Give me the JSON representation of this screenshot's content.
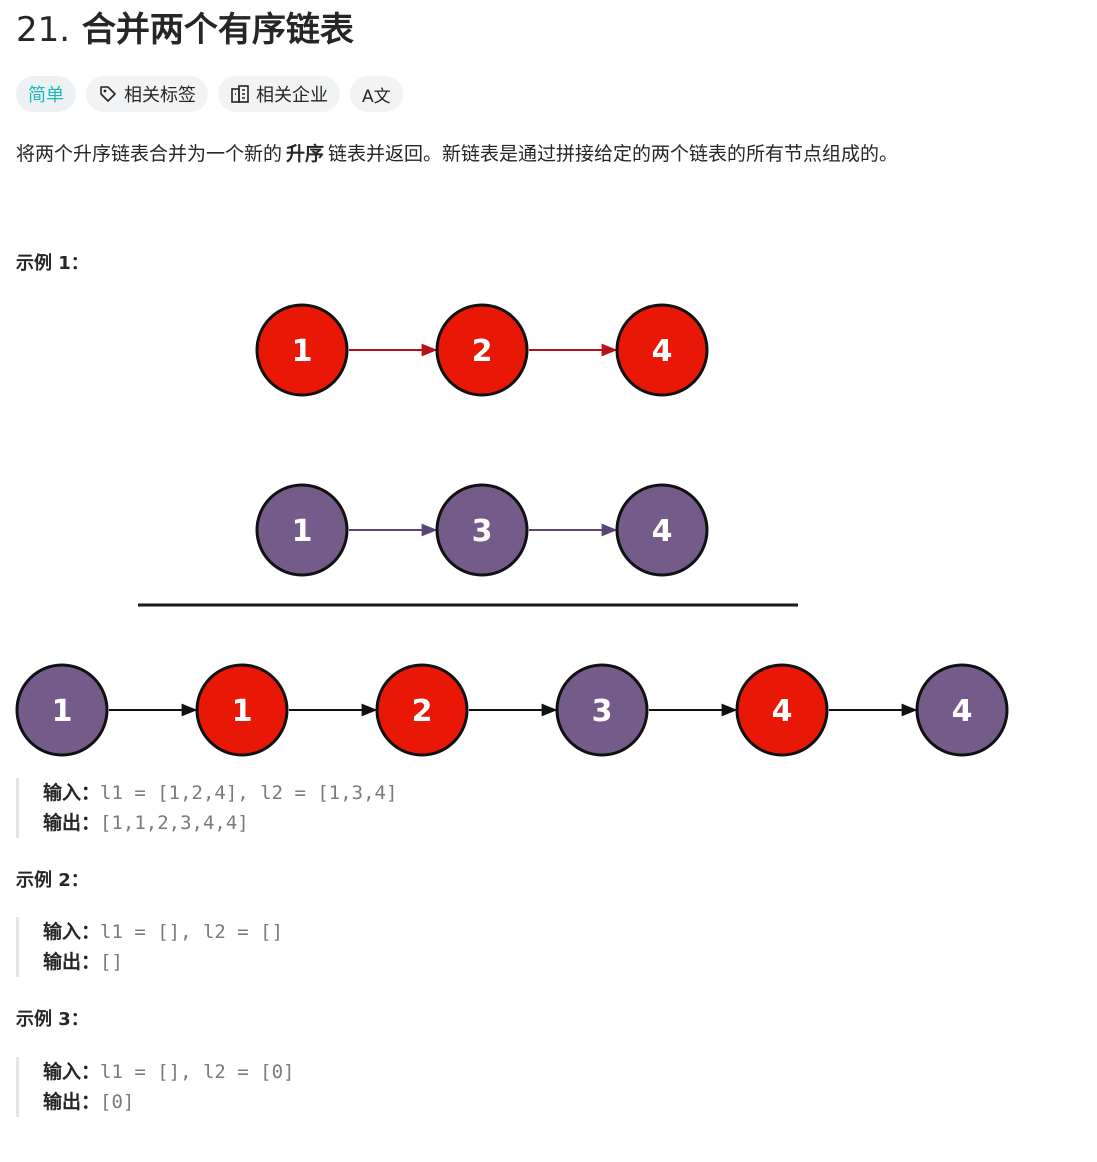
{
  "problem": {
    "number": "21.",
    "title": "合并两个有序链表"
  },
  "tags": {
    "difficulty": "简单",
    "related_tags": "相关标签",
    "related_companies": "相关企业",
    "lang_toggle": "A文"
  },
  "description": {
    "before": "将两个升序链表合并为一个新的",
    "bold": "升序",
    "after": "链表并返回。新链表是通过拼接给定的两个链表的所有节点组成的。"
  },
  "colors": {
    "red_node": "#e81706",
    "purple_node": "#745b8a",
    "red_arrow": "#b5121b",
    "purple_arrow": "#5a4670",
    "black_arrow": "#111111"
  },
  "diagram": {
    "list1": [
      "1",
      "2",
      "4"
    ],
    "list2": [
      "1",
      "3",
      "4"
    ],
    "merged": [
      "1",
      "1",
      "2",
      "3",
      "4",
      "4"
    ],
    "merged_colors": [
      "purple",
      "red",
      "red",
      "purple",
      "red",
      "purple"
    ]
  },
  "examples": [
    {
      "heading": "示例 1：",
      "input_label": "输入：",
      "input_value": "l1 = [1,2,4], l2 = [1,3,4]",
      "output_label": "输出：",
      "output_value": "[1,1,2,3,4,4]"
    },
    {
      "heading": "示例 2：",
      "input_label": "输入：",
      "input_value": "l1 = [], l2 = []",
      "output_label": "输出：",
      "output_value": "[]"
    },
    {
      "heading": "示例 3：",
      "input_label": "输入：",
      "input_value": "l1 = [], l2 = [0]",
      "output_label": "输出：",
      "output_value": "[0]"
    }
  ]
}
